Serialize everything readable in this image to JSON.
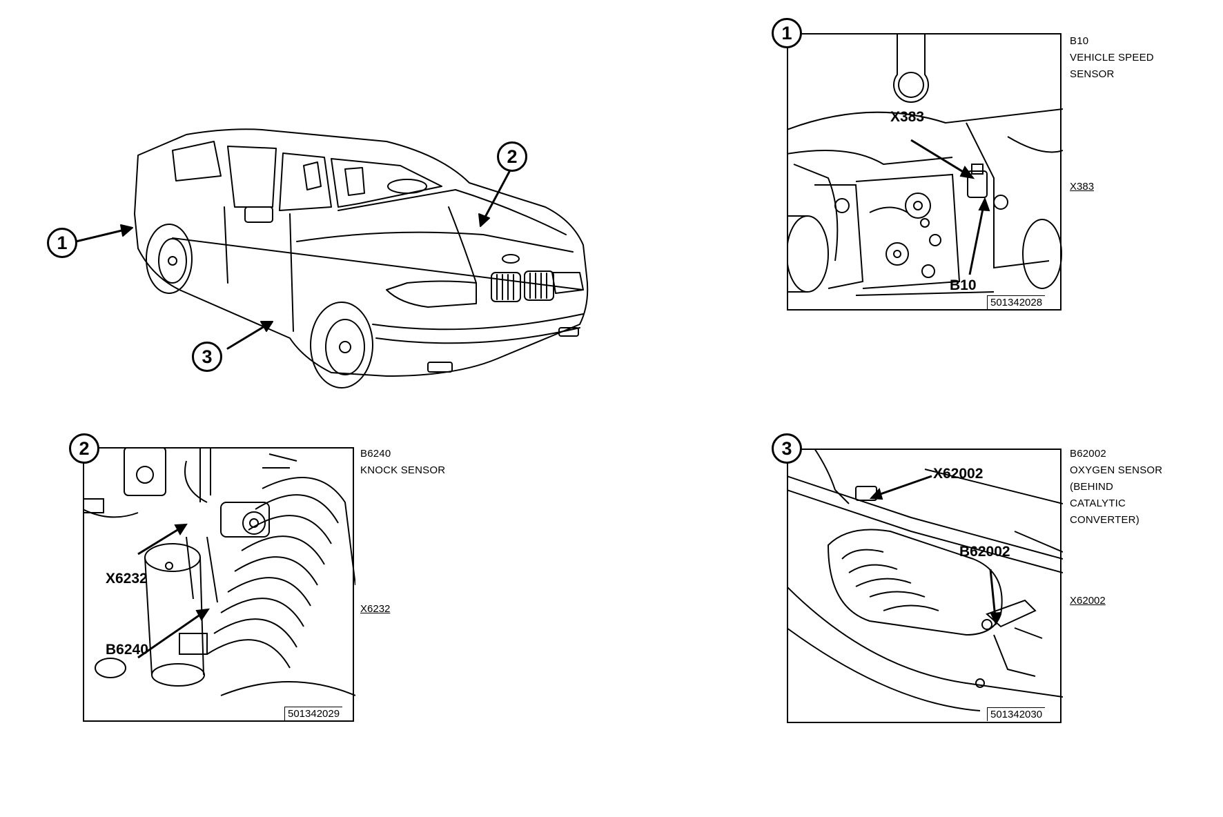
{
  "overview": {
    "callouts": [
      "1",
      "2",
      "3"
    ]
  },
  "panels": [
    {
      "number": "1",
      "component_code": "B10",
      "description_lines": [
        "VEHICLE SPEED",
        "SENSOR"
      ],
      "connector_ref": "X383",
      "labels": [
        "X383",
        "B10"
      ],
      "figure_number": "501342028"
    },
    {
      "number": "2",
      "component_code": "B6240",
      "description_lines": [
        "KNOCK SENSOR"
      ],
      "connector_ref": "X6232",
      "labels": [
        "X6232",
        "B6240"
      ],
      "figure_number": "501342029"
    },
    {
      "number": "3",
      "component_code": "B62002",
      "description_lines": [
        "OXYGEN SENSOR",
        "(BEHIND",
        "CATALYTIC",
        "CONVERTER)"
      ],
      "connector_ref": "X62002",
      "labels": [
        "X62002",
        "B62002"
      ],
      "figure_number": "501342030"
    }
  ]
}
